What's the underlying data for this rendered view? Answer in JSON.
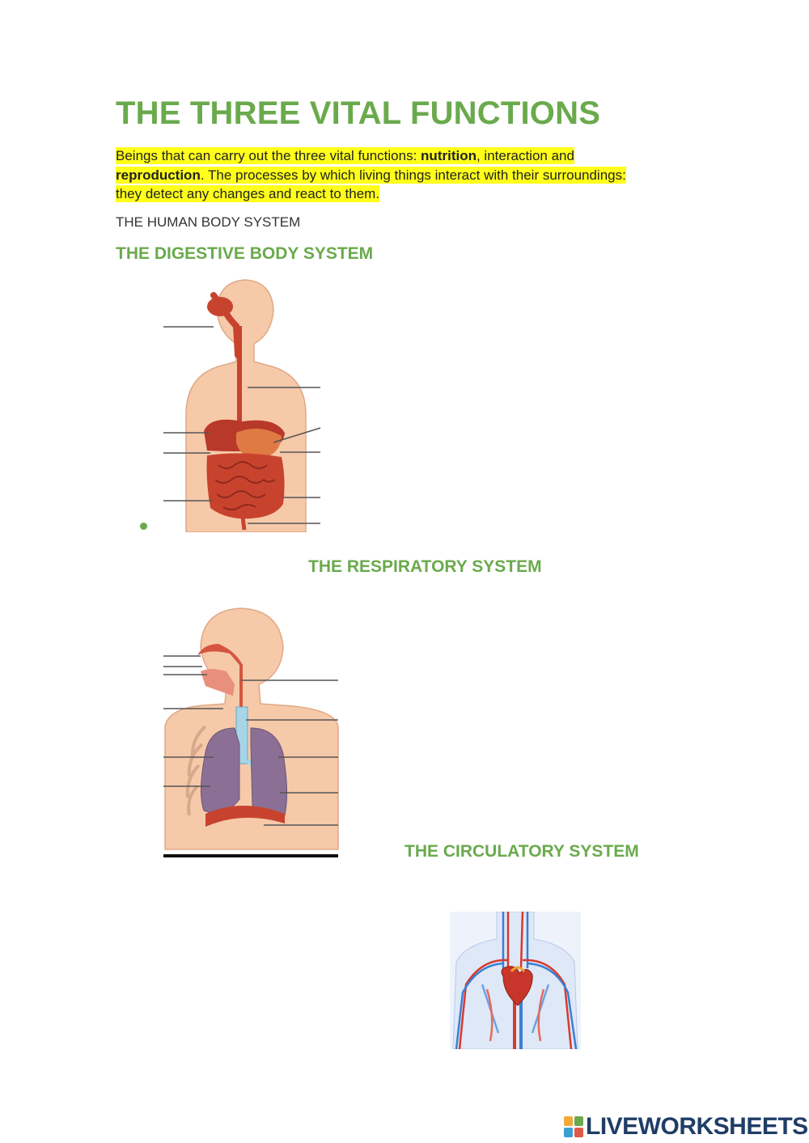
{
  "title": "THE THREE VITAL FUNCTIONS",
  "intro": {
    "p1": "Beings that can carry out the three vital functions: ",
    "b1": "nutrition",
    "p2": ", interaction and ",
    "b2": "reproduction",
    "p3": ". The processes by which living things interact with their surroundings: they detect any changes and react to them."
  },
  "subtitle": "THE HUMAN BODY SYSTEM",
  "sections": {
    "digestive": "THE DIGESTIVE BODY SYSTEM",
    "respiratory": "THE RESPIRATORY SYSTEM",
    "circulatory": "THE CIRCULATORY SYSTEM"
  },
  "footer": {
    "brand": "LIVEWORKSHEETS"
  },
  "colors": {
    "heading_green": "#6aaa4c",
    "highlight_yellow": "#ffff1a",
    "skin": "#f6c9a9",
    "organ_red": "#c8432e",
    "lung_purple": "#8c6f95",
    "brand_navy": "#1f3d67"
  },
  "icons": [
    "digestive-system-diagram",
    "respiratory-system-diagram",
    "circulatory-system-diagram",
    "liveworksheets-logo-icon"
  ]
}
